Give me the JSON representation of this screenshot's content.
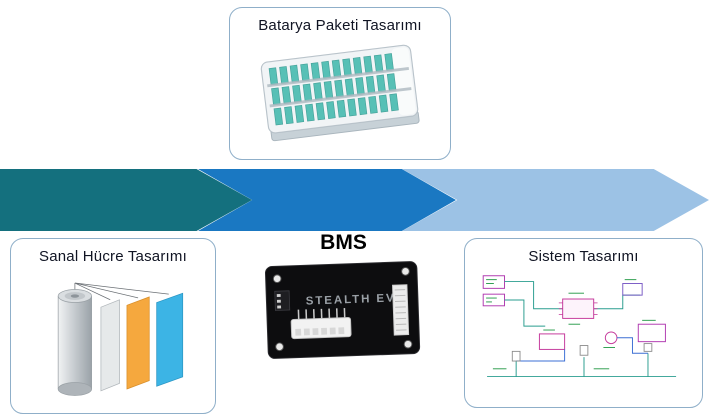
{
  "boxes": {
    "battery_pack": {
      "label": "Batarya Paketi Tasarımı"
    },
    "virtual_cell": {
      "label": "Sanal Hücre Tasarımı"
    },
    "system_design": {
      "label": "Sistem Tasarımı"
    }
  },
  "center": {
    "label": "BMS",
    "board_text": "STEALTH EV"
  },
  "arrows": [
    {
      "name": "step-1-teal",
      "color": "#14707e"
    },
    {
      "name": "step-2-blue",
      "color": "#1a78c2"
    },
    {
      "name": "step-3-light-blue",
      "color": "#9cc2e5"
    }
  ],
  "colors": {
    "box_border": "#8fafc9",
    "title_text": "#101423",
    "cell_teal": "#33b3a6",
    "sheet_orange": "#f5a83e",
    "sheet_blue": "#3cb4e5",
    "board_black": "#0d0d0f"
  }
}
